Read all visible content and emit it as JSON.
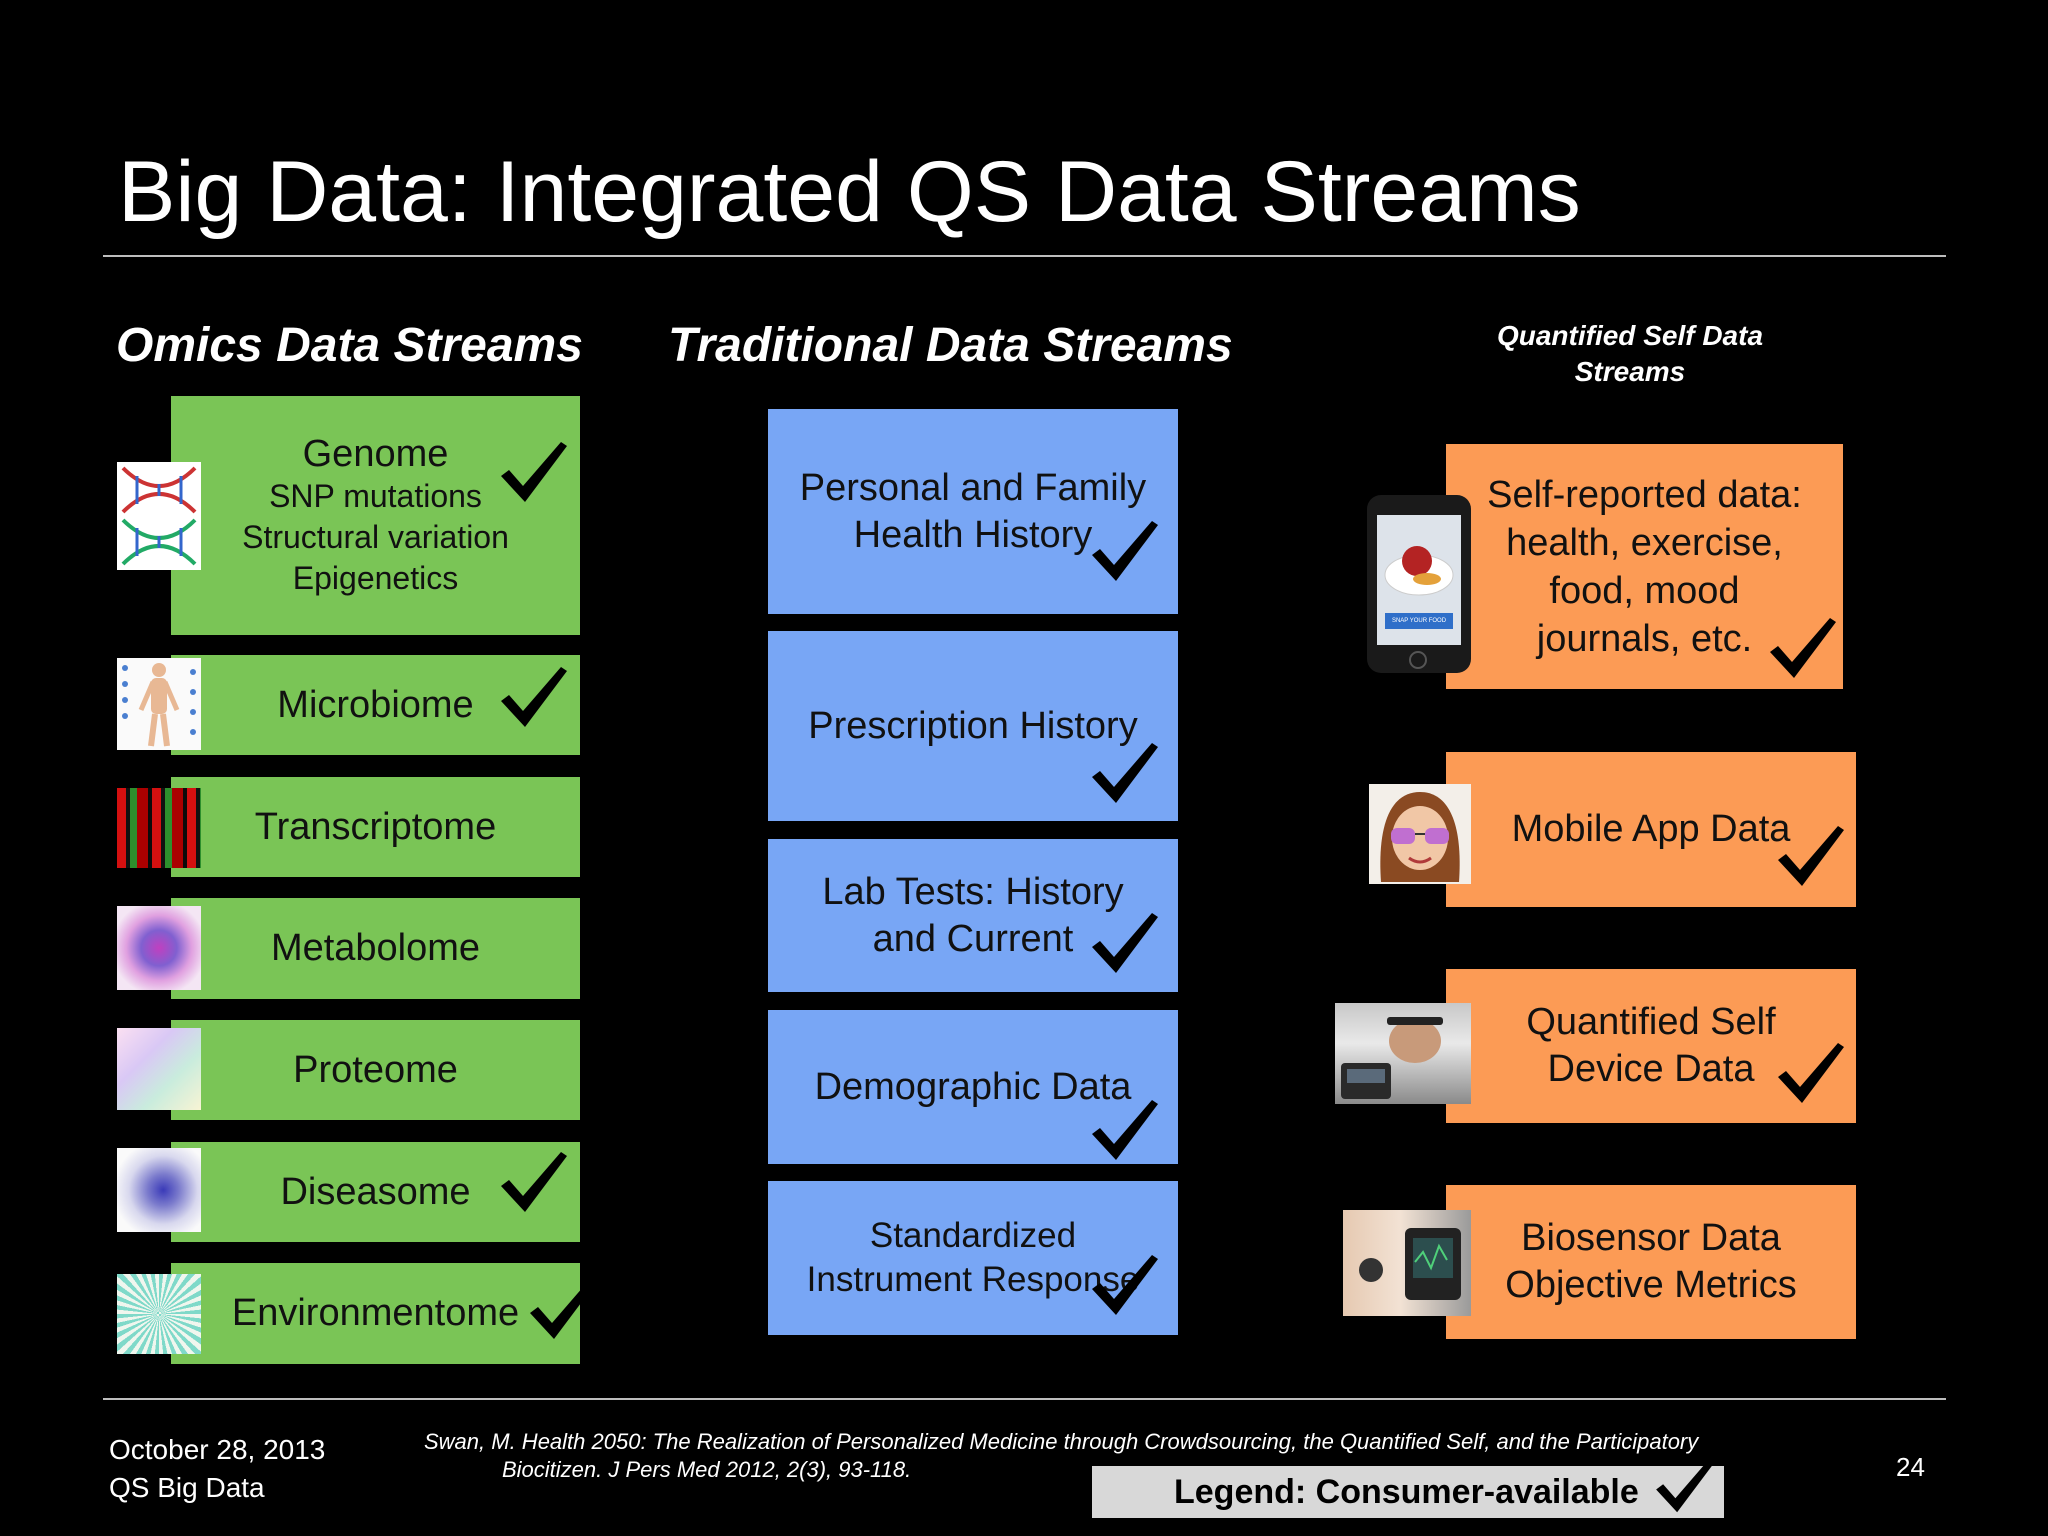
{
  "title": "Big Data: Integrated QS Data Streams",
  "columns": {
    "omics": "Omics Data Streams",
    "traditional": "Traditional Data Streams",
    "qs": [
      "Quantified Self Data",
      "Streams"
    ]
  },
  "omics": {
    "genome": {
      "title": "Genome",
      "lines": [
        "SNP mutations",
        "Structural variation",
        "Epigenetics"
      ]
    },
    "microbiome": "Microbiome",
    "transcriptome": "Transcriptome",
    "metabolome": "Metabolome",
    "proteome": "Proteome",
    "diseasome": "Diseasome",
    "environmentome": "Environmentome"
  },
  "traditional": {
    "history": [
      "Personal and Family",
      "Health History"
    ],
    "prescription": "Prescription History",
    "lab": [
      "Lab Tests: History",
      "and Current"
    ],
    "demographic": "Demographic Data",
    "instrument": [
      "Standardized",
      "Instrument Response"
    ]
  },
  "qs": {
    "self_reported": [
      "Self-reported data:",
      "health, exercise,",
      "food, mood",
      "journals, etc."
    ],
    "mobile": "Mobile App Data",
    "device": [
      "Quantified Self",
      "Device Data"
    ],
    "biosensor": [
      "Biosensor Data",
      "Objective Metrics"
    ],
    "phone_button": "SNAP YOUR FOOD"
  },
  "footer": {
    "date": "October 28, 2013",
    "deck": "QS Big Data",
    "citation": [
      "Swan, M. Health 2050: The Realization of Personalized Medicine through Crowdsourcing, the Quantified Self, and the Participatory",
      "Biocitizen. J Pers Med 2012, 2(3), 93-118."
    ],
    "page": "24",
    "legend": "Legend: Consumer-available"
  },
  "colors": {
    "background": "#000000",
    "omics_box": "#7ac556",
    "traditional_box": "#78a6f5",
    "qs_box": "#fc9b55"
  }
}
